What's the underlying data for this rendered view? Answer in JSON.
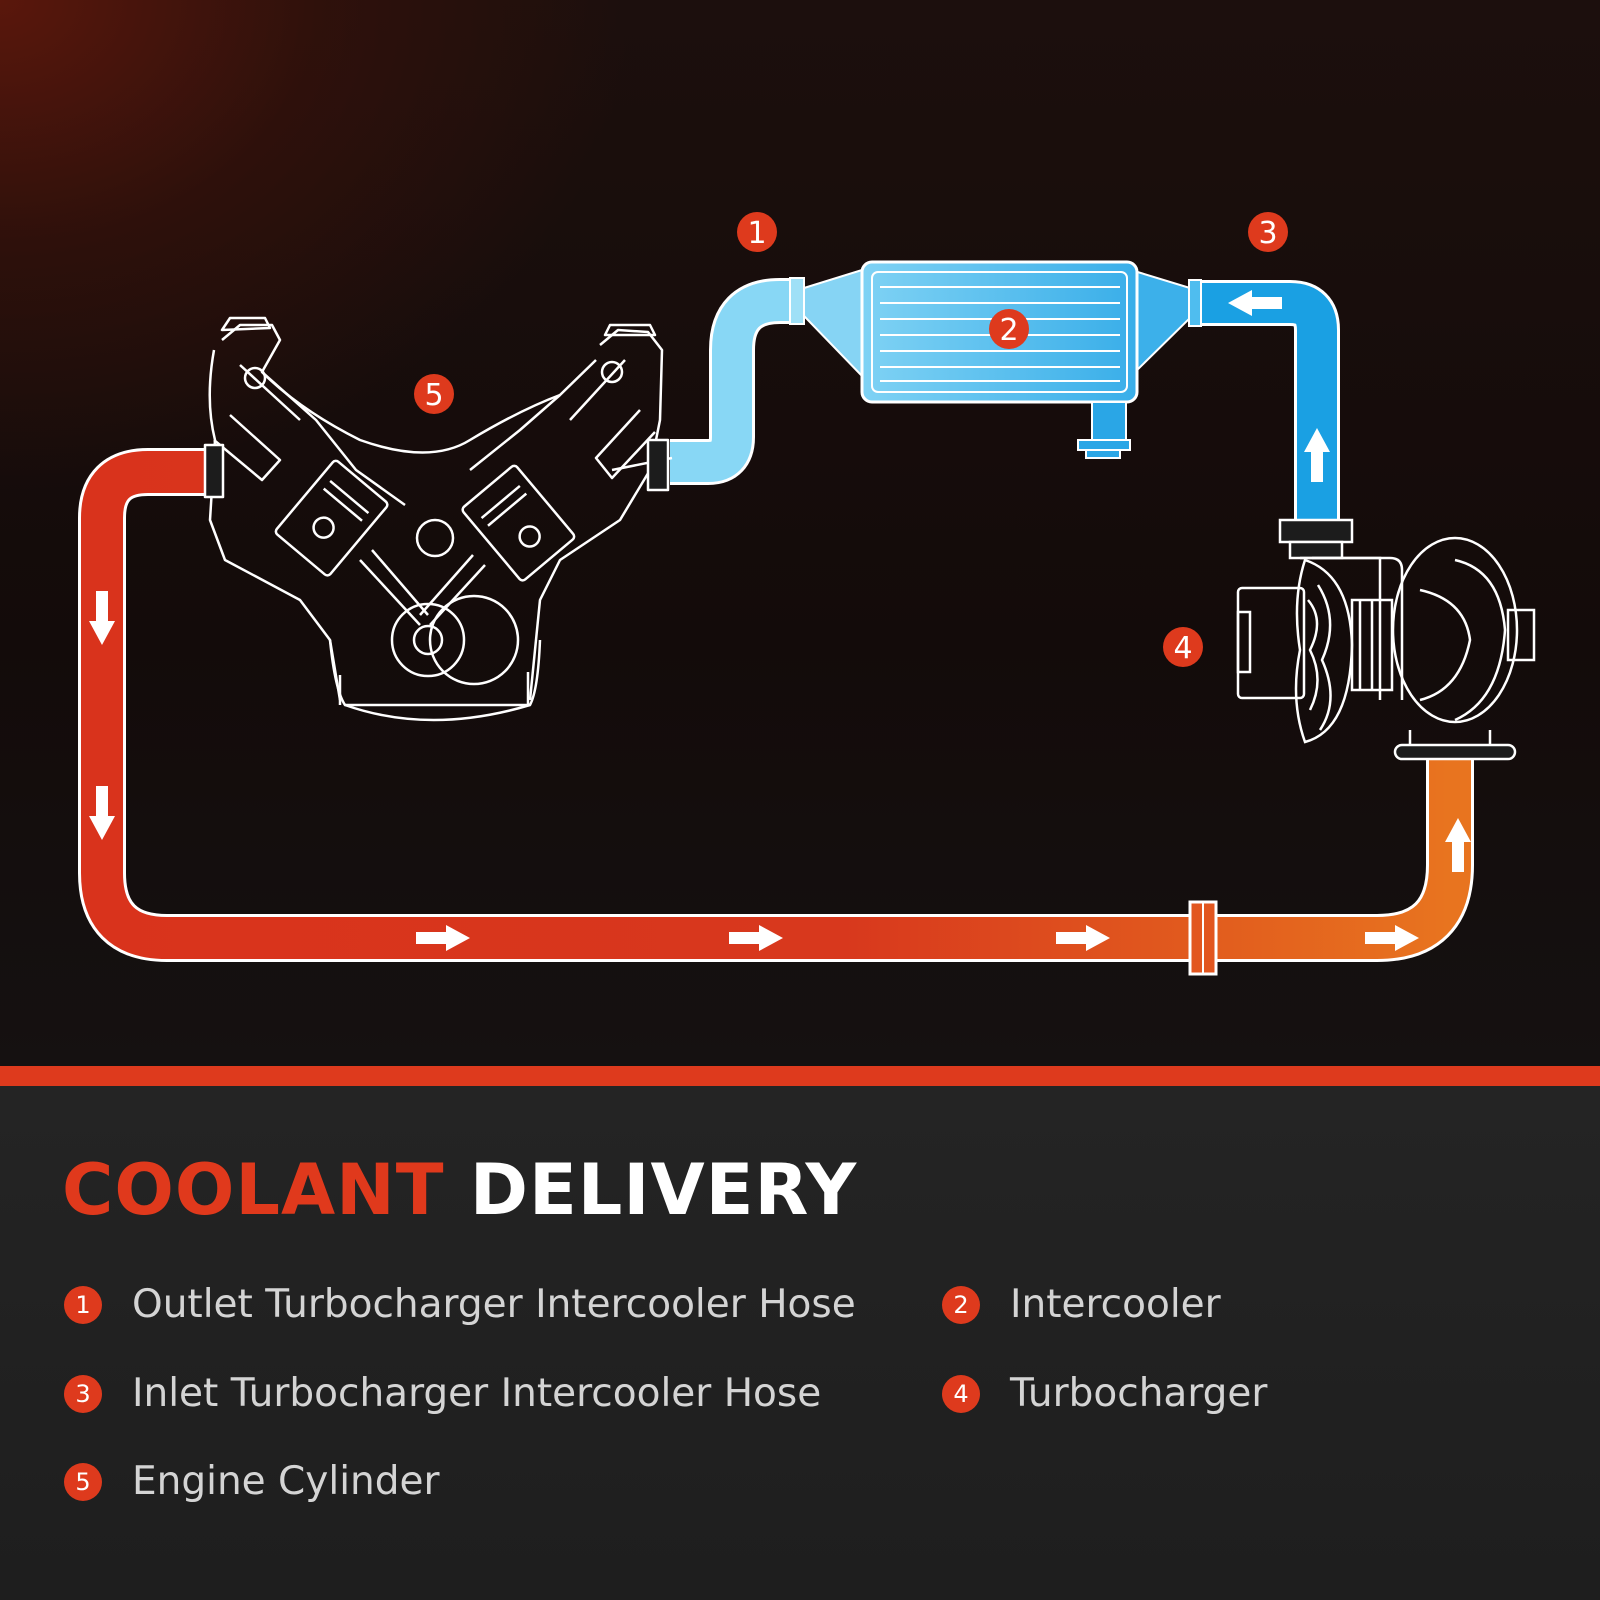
{
  "title": {
    "word1": "COOLANT",
    "word2": "DELIVERY"
  },
  "legend": [
    {
      "number": "1",
      "label": "Outlet Turbocharger Intercooler Hose"
    },
    {
      "number": "2",
      "label": "Intercooler"
    },
    {
      "number": "3",
      "label": "Inlet Turbocharger Intercooler Hose"
    },
    {
      "number": "4",
      "label": "Turbocharger"
    },
    {
      "number": "5",
      "label": "Engine Cylinder"
    }
  ],
  "colors": {
    "accent_red": "#de3a1d",
    "hot_pipe_start": "#d9331c",
    "hot_pipe_end": "#e8711f",
    "cold_pipe_light": "#8fd9f5",
    "cold_pipe_dark": "#0a96dc",
    "outline": "#ffffff"
  },
  "diagram": {
    "components": [
      "engine",
      "intercooler",
      "turbocharger",
      "outlet-hose",
      "inlet-hose",
      "return-pipe"
    ],
    "flow_direction_icons": [
      "arrow-down-icon",
      "arrow-down-icon",
      "arrow-right-icon",
      "arrow-right-icon",
      "arrow-right-icon",
      "arrow-right-icon",
      "arrow-up-icon",
      "arrow-up-icon",
      "arrow-left-icon"
    ]
  }
}
